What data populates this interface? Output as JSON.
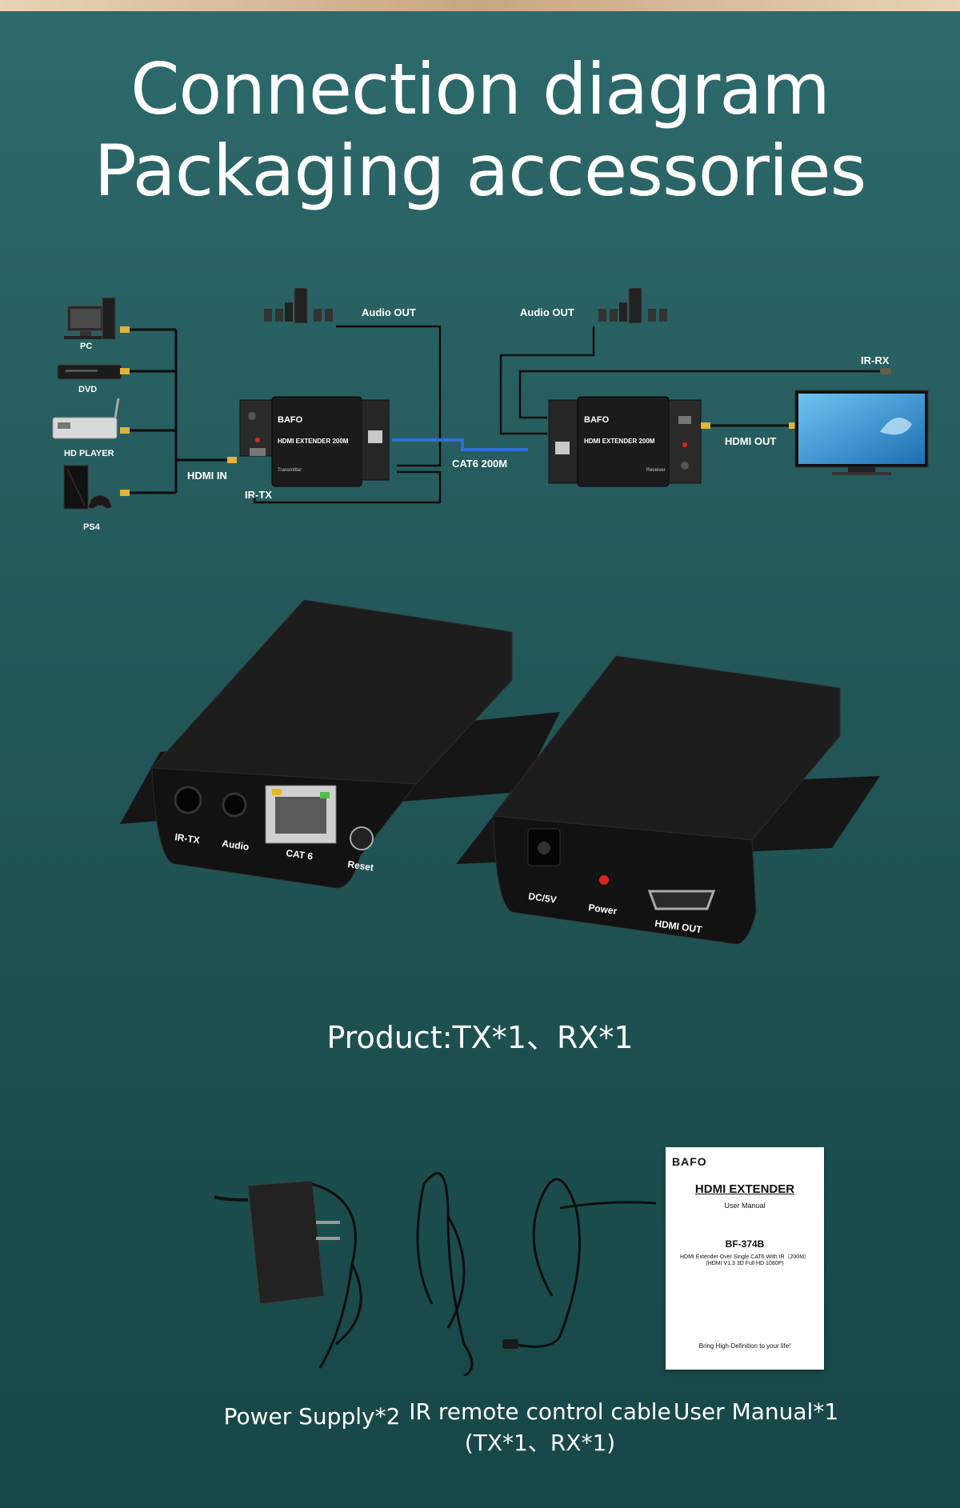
{
  "header": {
    "title_line1": "Connection diagram",
    "title_line2": "Packaging accessories"
  },
  "diagram": {
    "sources": [
      "PC",
      "DVD",
      "HD PLAYER",
      "PS4"
    ],
    "labels": {
      "hdmi_in": "HDMI IN",
      "ir_tx": "IR-TX",
      "audio_out_tx": "Audio OUT",
      "audio_out_rx": "Audio OUT",
      "cat6": "CAT6 200M",
      "ir_rx": "IR-RX",
      "hdmi_out": "HDMI OUT"
    },
    "device_brand": "BAFO",
    "device_model": "HDMI EXTENDER 200M",
    "transmitter_tag": "Transmitter",
    "receiver_tag": "Receiver"
  },
  "products": {
    "tx_ports": [
      "IR-TX",
      "Audio",
      "CAT 6",
      "Reset"
    ],
    "rx_ports": [
      "DC/5V",
      "Power",
      "HDMI OUT"
    ],
    "caption": "Product:TX*1、RX*1"
  },
  "accessories": {
    "power_supply": "Power Supply*2",
    "ir_cable_line1": "IR remote control cable",
    "ir_cable_line2": "(TX*1、RX*1)",
    "manual_label": "User Manual*1",
    "manual_cover": {
      "brand": "BAFO",
      "title": "HDMI EXTENDER",
      "subtitle": "User Manual",
      "model": "BF-374B",
      "desc1": "HDMI Extender Over Single CAT6 With IR（200M）",
      "desc2": "(HDMI V1.3 3D Full HD 1080P)",
      "slogan": "Bring High-Definition to your life!"
    }
  },
  "colors": {
    "background_top": "#2e6a6c",
    "background_bottom": "#174746",
    "cat6_cable": "#2f6fd6",
    "label_text": "#ffffff"
  }
}
